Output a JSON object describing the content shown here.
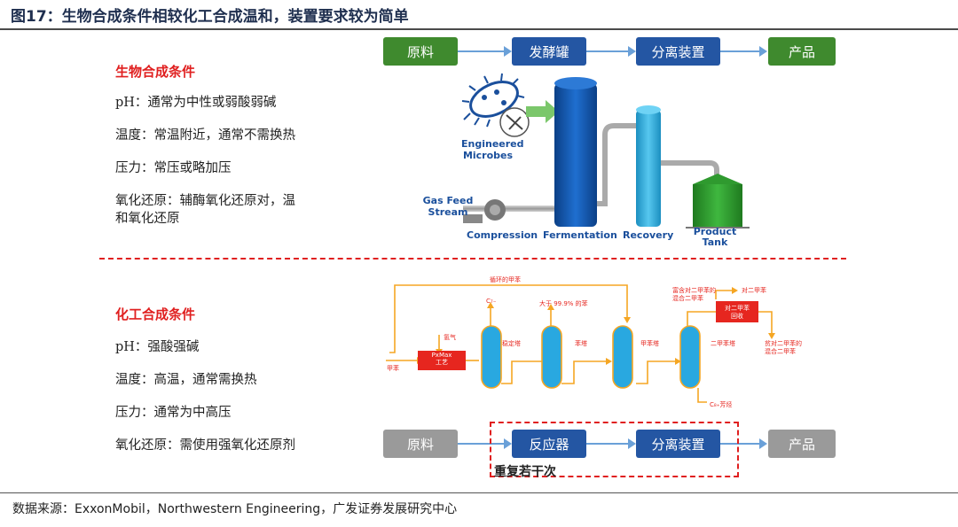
{
  "figure_title": "图17：生物合成条件相较化工合成温和，装置要求较为简单",
  "bio": {
    "heading": "生物合成条件",
    "conditions": [
      "pH：通常为中性或弱酸弱碱",
      "温度：常温附近，通常不需换热",
      "压力：常压或略加压",
      "氧化还原：辅酶氧化还原对，温",
      "和氧化还原"
    ],
    "flow": [
      "原料",
      "发酵罐",
      "分离装置",
      "产品"
    ],
    "image_labels": {
      "microbes": [
        "Engineered",
        "Microbes"
      ],
      "gas_feed": [
        "Gas Feed",
        "Stream"
      ],
      "compression": "Compression",
      "fermentation": "Fermentation",
      "recovery": "Recovery",
      "product_tank": [
        "Product",
        "Tank"
      ]
    }
  },
  "chem": {
    "heading": "化工合成条件",
    "conditions": [
      "pH：强酸强碱",
      "温度：高温，通常需换热",
      "压力：通常为中高压",
      "氧化还原：需使用强氧化还原剂"
    ],
    "flow": [
      "原料",
      "反应器",
      "分离装置",
      "产品"
    ],
    "repeat_label": "重复若干次",
    "process_labels": {
      "recycle": "循环的甲苯",
      "hydrogen": "氢气",
      "toluene": "甲苯",
      "pxmax": [
        "PxMax",
        "工艺"
      ],
      "c7": "C₇₋",
      "stabilizer": "稳定塔",
      "benzene_gt": "大于 99.9% 的苯",
      "benzene_col": "苯塔",
      "toluene_col": "甲苯塔",
      "xylene_col": "二甲苯塔",
      "c8_arom": "C₈₊芳烃",
      "px_rich": [
        "富含对二甲苯的",
        "混合二甲苯"
      ],
      "px": "对二甲苯",
      "px_recovery": [
        "对二甲苯",
        "回收"
      ],
      "px_lean": [
        "贫对二甲苯的",
        "混合二甲苯"
      ]
    }
  },
  "source": "数据来源：ExxonMobil，Northwestern Engineering，广发证券发展研究中心",
  "colors": {
    "accent_red": "#e02020",
    "flow_green": "#3f8a2e",
    "flow_blue": "#2456a3",
    "flow_gray": "#9a9a9a",
    "arrow_blue": "#6aa0d8",
    "process_orange": "#f5a623",
    "column_blue": "#29a8e0"
  }
}
